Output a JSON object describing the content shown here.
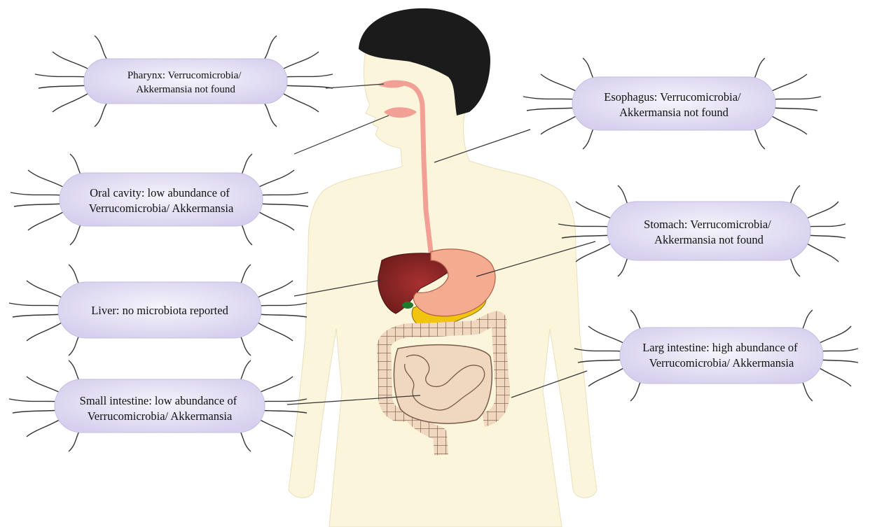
{
  "colors": {
    "background": "#ffffff",
    "body_skin": "#fbf5dc",
    "hair": "#1b1b1b",
    "esophagus": "#f2a096",
    "liver": "#8a2424",
    "stomach": "#f5ab8f",
    "pancreas": "#f1c40f",
    "gallbladder": "#1d7a2a",
    "intestine": "#efd7c0",
    "bacterium_fill": "#dcd7f0",
    "leader_line": "#333333"
  },
  "labels": {
    "pharynx": [
      "Pharynx: Verrucomicrobia/",
      "Akkermansia not found"
    ],
    "oral_cavity": [
      "Oral cavity: low abundance of",
      "Verrucomicrobia/ Akkermansia"
    ],
    "liver": [
      "Liver: no microbiota reported"
    ],
    "small_intestine": [
      "Small intestine: low abundance of",
      "Verrucomicrobia/ Akkermansia"
    ],
    "esophagus": [
      "Esophagus: Verrucomicrobia/",
      "Akkermansia not found"
    ],
    "stomach": [
      "Stomach: Verrucomicrobia/",
      "Akkermansia not found"
    ],
    "large_intestine": [
      "Larg intestine: high abundance of",
      "Verrucomicrobia/ Akkermansia"
    ]
  },
  "icons": {
    "bacterium": "bacterium-icon",
    "human": "human-body-icon"
  }
}
